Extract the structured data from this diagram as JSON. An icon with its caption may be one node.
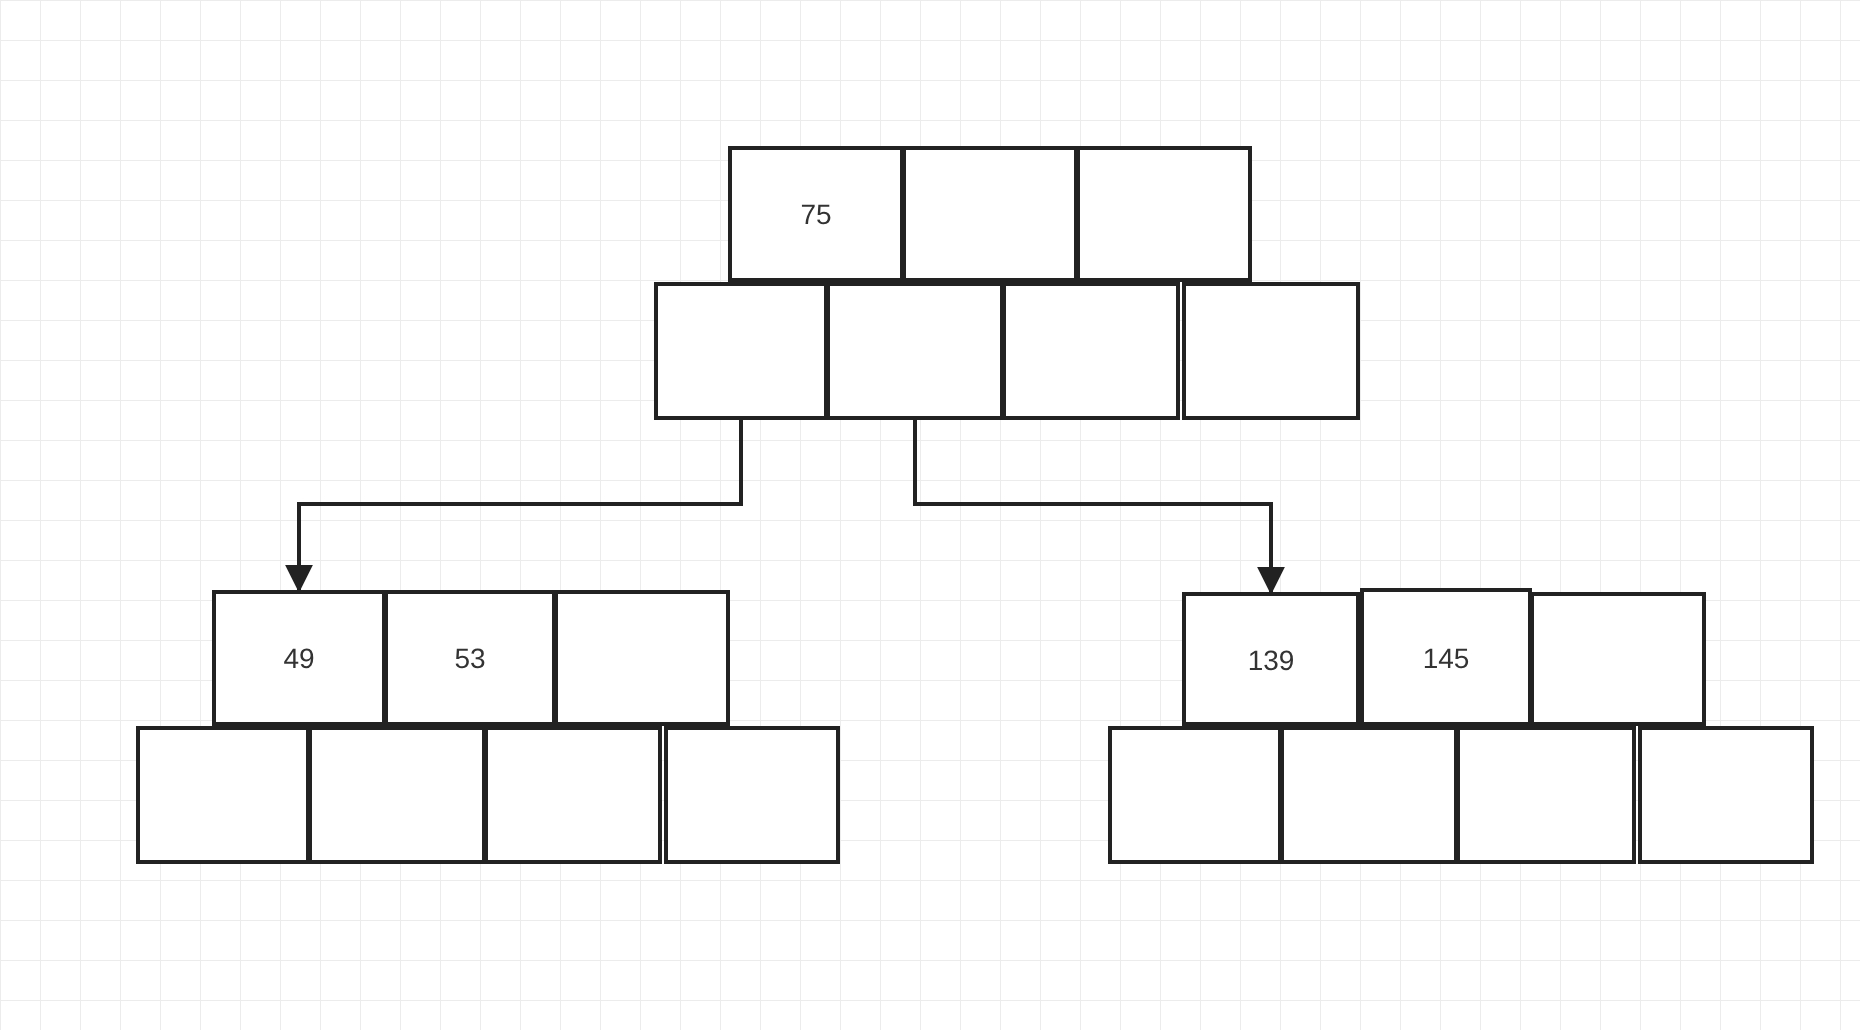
{
  "diagram": {
    "nodes": [
      {
        "text": [
          "75"
        ]
      },
      {
        "text": [],
        "shape": "box"
      },
      {
        "text": [],
        "shape": "box"
      },
      {
        "text": [],
        "shape": "box"
      },
      {
        "text": [],
        "shape": "box"
      },
      {
        "text": [],
        "shape": "box"
      },
      {
        "text": [],
        "shape": "box"
      },
      {
        "text": [
          "49"
        ]
      },
      {
        "text": [
          "53"
        ]
      },
      {
        "text": [],
        "shape": "box"
      },
      {
        "text": [
          "139"
        ]
      },
      {
        "text": [
          "145"
        ]
      },
      {
        "text": [],
        "shape": "box"
      },
      {
        "text": [],
        "shape": "box"
      },
      {
        "text": [],
        "shape": "box"
      },
      {
        "text": [],
        "shape": "box"
      },
      {
        "text": [],
        "shape": "box"
      },
      {
        "text": [],
        "shape": "box"
      },
      {
        "text": [],
        "shape": "box"
      },
      {
        "text": [],
        "shape": "box"
      },
      {
        "text": [],
        "shape": "box"
      }
    ],
    "edges": [
      {
        "from": 3,
        "to": 7,
        "arrow": "to"
      },
      {
        "from": 4,
        "to": 10,
        "arrow": "to"
      }
    ]
  }
}
